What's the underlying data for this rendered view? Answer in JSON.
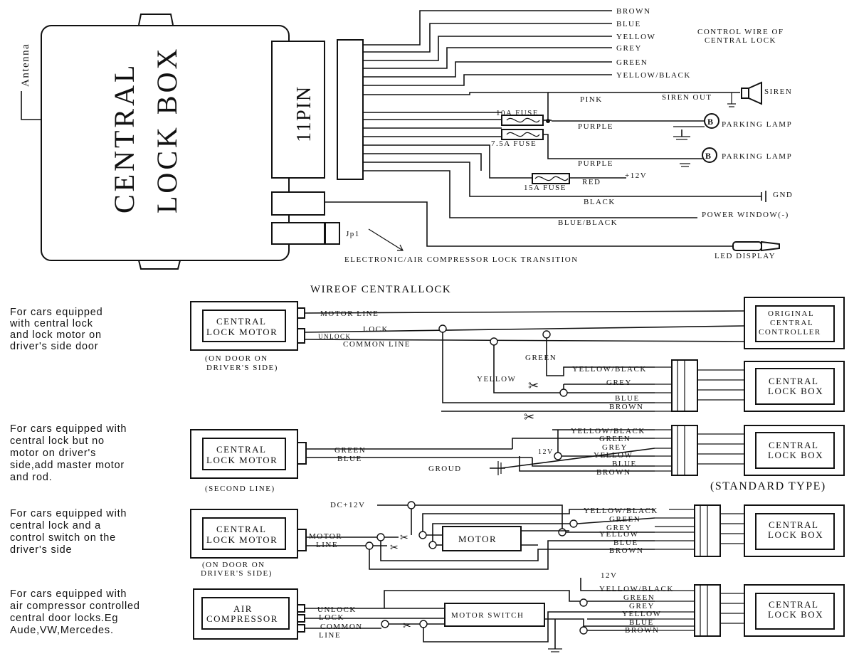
{
  "top": {
    "antenna": "Antenna",
    "central_lock_box": [
      "CENTRAL",
      "LOCK BOX"
    ],
    "pin11": "11PIN",
    "wires": [
      "BROWN",
      "BLUE",
      "YELLOW",
      "GREY",
      "GREEN",
      "YELLOW/BLACK"
    ],
    "control_wire": [
      "CONTROL WIRE OF",
      "CENTRAL LOCK"
    ],
    "pink": "PINK",
    "siren_out": "SIREN OUT",
    "siren": "SIREN",
    "fuse10": "10A FUSE",
    "fuse75": "7.5A FUSE",
    "fuse15": "15A FUSE",
    "purple1": "PURPLE",
    "purple2": "PURPLE",
    "parking1": "PARKING LAMP",
    "parking2": "PARKING LAMP",
    "red": "RED",
    "plus12": "+12V",
    "black": "BLACK",
    "gnd": "GND",
    "blue_black": "BLUE/BLACK",
    "power_window": "POWER WINDOW(-)",
    "jp1": "Jp1",
    "transition": "ELECTRONIC/AIR COMPRESSOR LOCK TRANSITION",
    "led": "LED DISPLAY"
  },
  "section_title": "WIREOF CENTRALLOCK",
  "standard_type": "(STANDARD TYPE)",
  "scenario1": {
    "desc": [
      "For cars equipped",
      "with central lock",
      "and lock motor on",
      "driver's side door"
    ],
    "motor": [
      "CENTRAL",
      "LOCK MOTOR"
    ],
    "note": [
      "(ON DOOR ON",
      "DRIVER'S SIDE)"
    ],
    "motor_line": "MOTOR LINE",
    "unlock": "UNLOCK",
    "lock": "LOCK",
    "common": "COMMON LINE",
    "original": [
      "ORIGINAL",
      "CENTRAL",
      "CONTROLLER"
    ],
    "green": "GREEN",
    "yellow": "YELLOW",
    "wires": [
      "YELLOW/BLACK",
      "GREY",
      "BLUE",
      "BROWN"
    ],
    "box": [
      "CENTRAL",
      "LOCK BOX"
    ]
  },
  "scenario2": {
    "desc": [
      "For cars equipped with",
      "central lock but no",
      "motor on driver's",
      "side,add master motor",
      "and rod."
    ],
    "motor": [
      "CENTRAL",
      "LOCK MOTOR"
    ],
    "note": "(SECOND LINE)",
    "green": "GREEN",
    "blue": "BLUE",
    "groud": "GROUD",
    "v12": "12V",
    "wires": [
      "YELLOW/BLACK",
      "GREEN",
      "GREY",
      "YELLOW",
      "BLUE",
      "BROWN"
    ],
    "box": [
      "CENTRAL",
      "LOCK BOX"
    ]
  },
  "scenario3": {
    "desc": [
      "For cars equipped with",
      "central lock and a",
      "control switch on the",
      "driver's side"
    ],
    "motor": [
      "CENTRAL",
      "LOCK MOTOR"
    ],
    "note": [
      "(ON DOOR ON",
      "DRIVER'S SIDE)"
    ],
    "motor_line": [
      "MOTOR",
      "LINE"
    ],
    "dc12": "DC+12V",
    "motor_box": "MOTOR",
    "wires": [
      "YELLOW/BLACK",
      "GREEN",
      "GREY",
      "YELLOW",
      "BLUE",
      "BROWN"
    ],
    "box": [
      "CENTRAL",
      "LOCK BOX"
    ]
  },
  "scenario4": {
    "desc": [
      "For cars equipped with",
      "air compressor controlled",
      "central door locks.Eg",
      "Aude,VW,Mercedes."
    ],
    "compressor": [
      "AIR",
      "COMPRESSOR"
    ],
    "lines": [
      "UNLOCK",
      "LOCK",
      "COMMON",
      "LINE"
    ],
    "motor_switch": "MOTOR SWITCH",
    "v12": "12V",
    "wires": [
      "YELLOW/BLACK",
      "GREEN",
      "GREY",
      "YELLOW",
      "BLUE",
      "BROWN"
    ],
    "box": [
      "CENTRAL",
      "LOCK BOX"
    ]
  }
}
